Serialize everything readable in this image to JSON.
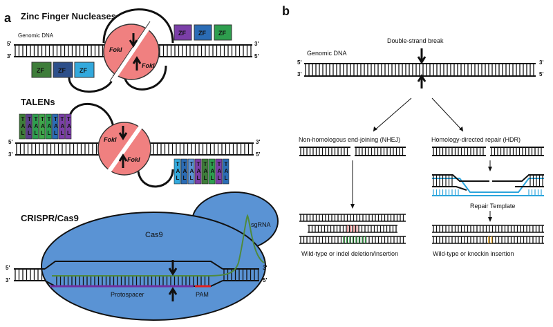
{
  "panel_a": {
    "label": "a",
    "zfn": {
      "title": "Zinc Finger Nucleases",
      "genomic_dna": "Genomic DNA",
      "zf": "ZF",
      "fokl": "FokI",
      "end5": "5'",
      "end3": "3'"
    },
    "talen": {
      "title": "TALENs",
      "fokl": "FokI",
      "top_columns": [
        [
          "T",
          "A",
          "L"
        ],
        [
          "T",
          "A",
          "L"
        ],
        [
          "T",
          "A",
          "L"
        ],
        [
          "T",
          "A",
          "L"
        ],
        [
          "T",
          "A",
          "L"
        ],
        [
          "T",
          "A",
          "L"
        ],
        [
          "T",
          "A",
          "L"
        ],
        [
          "T",
          "A",
          "L"
        ]
      ],
      "bottom_columns": [
        [
          "T",
          "A",
          "L"
        ],
        [
          "T",
          "A",
          "L"
        ],
        [
          "T",
          "A",
          "L"
        ],
        [
          "T",
          "A",
          "L"
        ],
        [
          "T",
          "A",
          "L"
        ],
        [
          "T",
          "A",
          "L"
        ],
        [
          "T",
          "A",
          "L"
        ],
        [
          "T",
          "A",
          "L"
        ]
      ],
      "end5": "5'",
      "end3": "3'"
    },
    "crispr": {
      "title": "CRISPR/Cas9",
      "cas9": "Cas9",
      "sgrna": "sgRNA",
      "protospacer": "Protospacer",
      "pam": "PAM",
      "end5": "5'",
      "end3": "3'"
    }
  },
  "panel_b": {
    "label": "b",
    "genomic_dna": "Genomic DNA",
    "double_strand_break": "Double-strand break",
    "nhej": "Non-homologous end-joining (NHEJ)",
    "hdr": "Homology-directed repair (HDR)",
    "repair_template": "Repair Template",
    "nhej_outcome": "Wild-type or indel deletion/insertion",
    "hdr_outcome": "Wild-type or knockin insertion",
    "end5": "5'",
    "end3": "3'"
  },
  "colors": {
    "fokl": "#f08080",
    "cas9": "#5a93d4",
    "zf_purple": "#7b3fa8",
    "zf_blue": "#2b6cb5",
    "zf_green": "#2e9e4e",
    "zf_olive": "#3e7d3a",
    "zf_navy": "#2d4f8a",
    "zf_cyan": "#33a9dd",
    "sgrna": "#4f8a3c",
    "pam": "#e02020",
    "protospacer": "#7030a0",
    "template": "#2aa4dc",
    "insertion": "#f2b135"
  }
}
